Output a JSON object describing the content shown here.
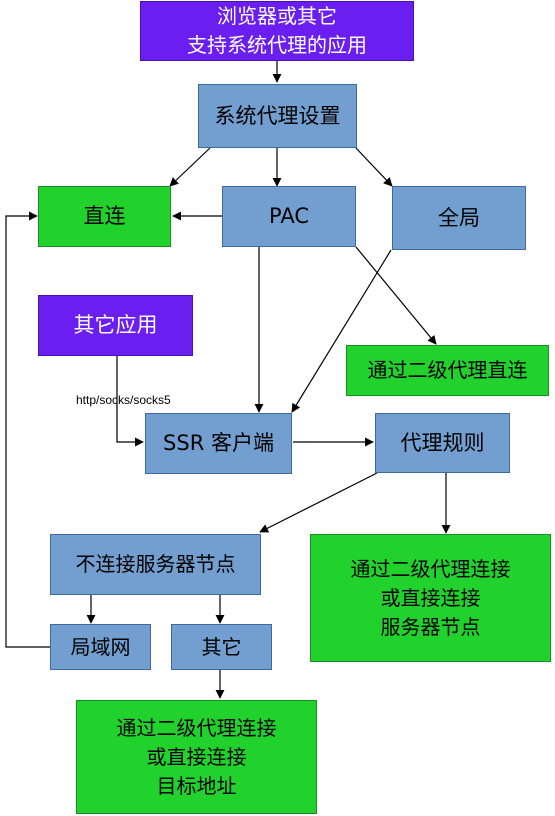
{
  "nodes": {
    "browser": [
      "浏览器或其它",
      "支持系统代理的应用"
    ],
    "sysproxy": [
      "系统代理设置"
    ],
    "direct": [
      "直连"
    ],
    "pac": [
      "PAC"
    ],
    "global": [
      "全局"
    ],
    "other_apps": [
      "其它应用"
    ],
    "second_direct": [
      "通过二级代理直连"
    ],
    "ssr": [
      "SSR 客户端"
    ],
    "rules": [
      "代理规则"
    ],
    "no_server": [
      "不连接服务器节点"
    ],
    "server_node": [
      "通过二级代理连接",
      "或直接连接",
      "服务器节点"
    ],
    "lan": [
      "局域网"
    ],
    "other": [
      "其它"
    ],
    "target": [
      "通过二级代理连接",
      "或直接连接",
      "目标地址"
    ]
  },
  "edge_label": "http/socks/socks5",
  "colors": {
    "blue": "#729fcf",
    "green": "#21d12c",
    "purple": "#6a1ef0",
    "line": "#000000"
  }
}
